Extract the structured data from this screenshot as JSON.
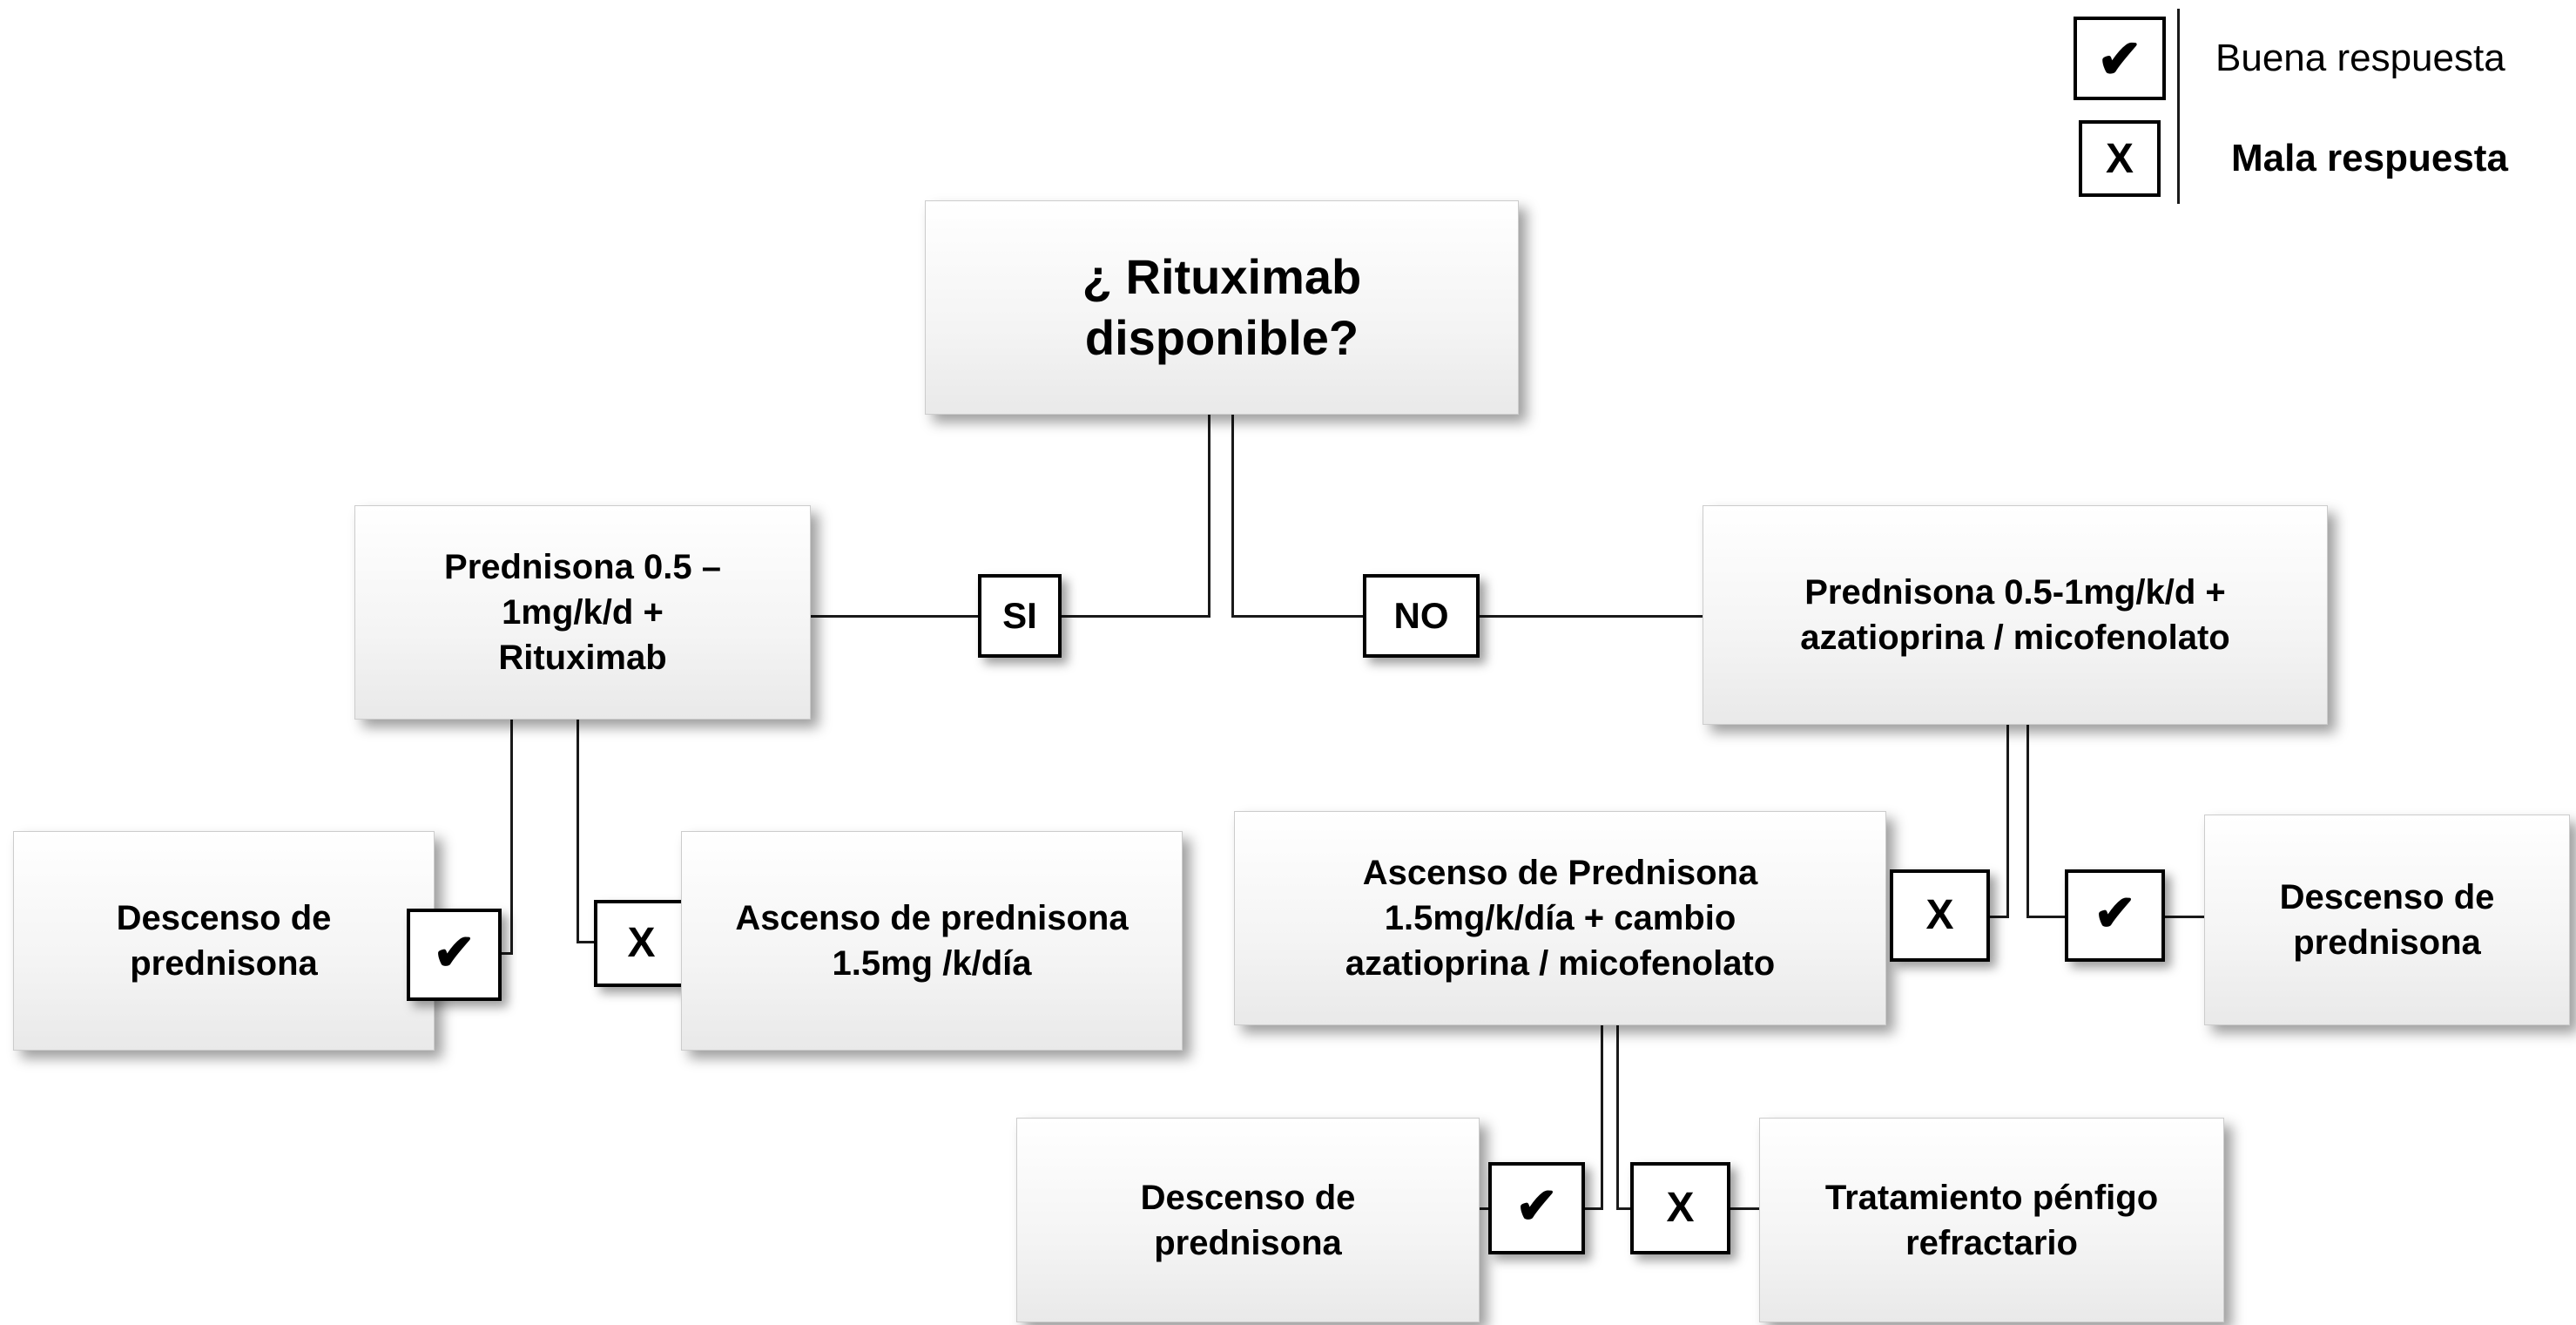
{
  "legend": {
    "good_symbol": "✔",
    "good_label": "Buena respuesta",
    "bad_symbol": "X",
    "bad_label": "Mala respuesta"
  },
  "branch_labels": {
    "yes": "SI",
    "no": "NO"
  },
  "marks": {
    "check": "✔",
    "cross": "X"
  },
  "nodes": {
    "root": "¿ Rituximab\ndisponible?",
    "rituximab_arm": "Prednisona 0.5 –\n1mg/k/d +\nRituximab",
    "azathioprine_arm": "Prednisona 0.5-1mg/k/d +\nazatioprina / micofenolato",
    "left_good": "Descenso de\nprednisona",
    "left_bad": "Ascenso de prednisona\n1.5mg /k/día",
    "escalation": "Ascenso de Prednisona\n1.5mg/k/día + cambio\nazatioprina / micofenolato",
    "right_good": "Descenso de\nprednisona",
    "bottom_good": "Descenso de\nprednisona",
    "bottom_bad": "Tratamiento pénfigo\nrefractario"
  }
}
